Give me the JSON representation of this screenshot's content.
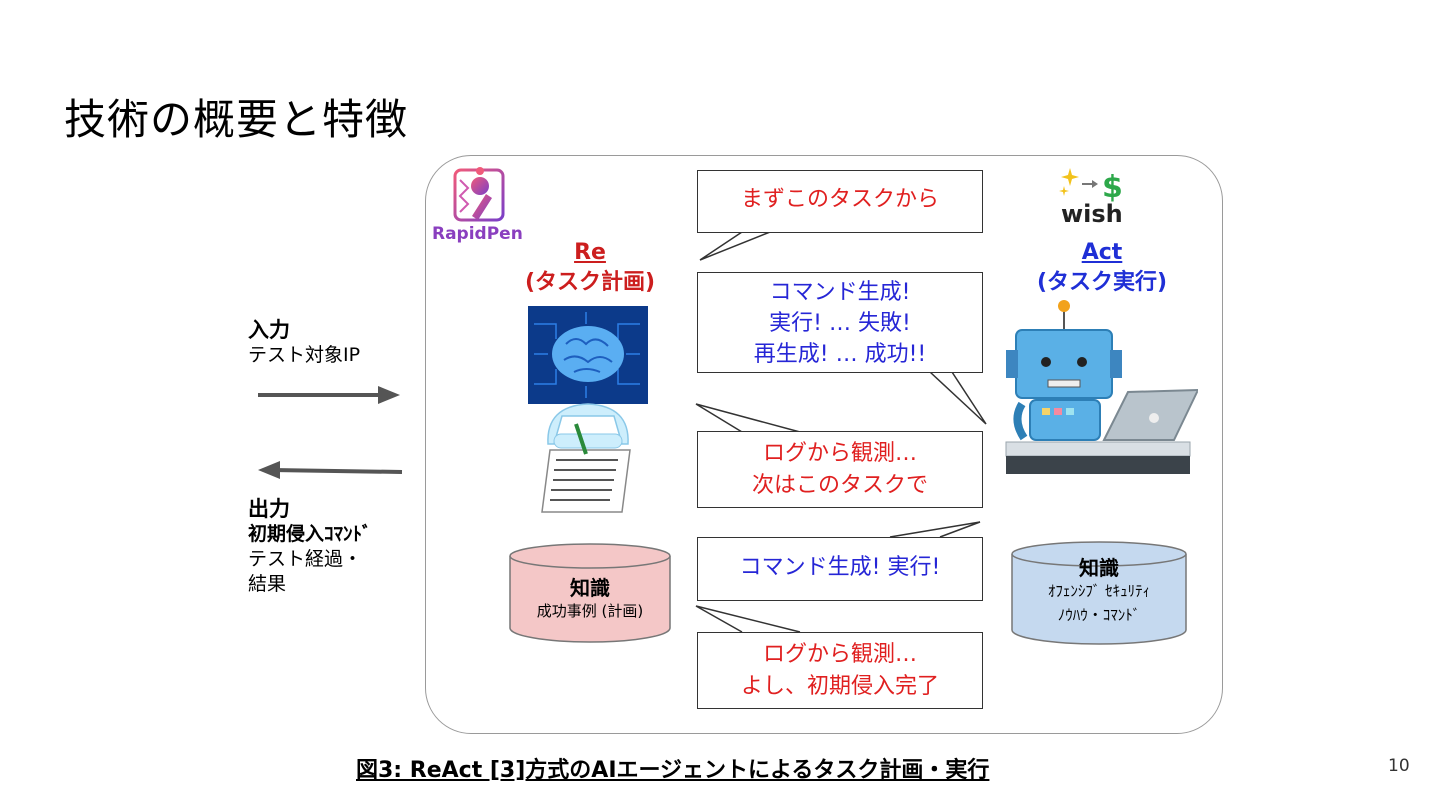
{
  "slide": {
    "title": "技術の概要と特徴",
    "page_number": "10",
    "caption": "図3: ReAct [3]方式のAIエージェントによるタスク計画・実行"
  },
  "input": {
    "heading": "入力",
    "text": "テスト対象IP"
  },
  "output": {
    "heading": "出力",
    "line1": "初期侵入ｺﾏﾝﾄﾞ",
    "line2": "テスト経過・",
    "line3": "結果"
  },
  "left_logo": {
    "name": "RapidPen"
  },
  "right_logo": {
    "name": "wish"
  },
  "reasoning": {
    "title": "Re",
    "subtitle": "(タスク計画)"
  },
  "acting": {
    "title": "Act",
    "subtitle": "(タスク実行)"
  },
  "knowledge_left": {
    "title": "知識",
    "text": "成功事例 (計画)"
  },
  "knowledge_right": {
    "title": "知識",
    "line1": "ｵﾌｪﾝｼﾌﾞ ｾｷｭﾘﾃｨ",
    "line2": "ﾉｳﾊｳ・ｺﾏﾝﾄﾞ"
  },
  "bubbles": [
    {
      "lines": [
        "まずこのタスクから"
      ],
      "color": "#e02020"
    },
    {
      "lines": [
        "コマンド生成!",
        "実行! … 失敗!",
        "再生成! … 成功!!"
      ],
      "color": "#2626d6"
    },
    {
      "lines": [
        "ログから観測…",
        "次はこのタスクで"
      ],
      "color": "#e02020"
    },
    {
      "lines": [
        "コマンド生成! 実行!"
      ],
      "color": "#2626d6"
    },
    {
      "lines": [
        "ログから観測…",
        "よし、初期侵入完了"
      ],
      "color": "#e02020"
    }
  ],
  "colors": {
    "reasoning": "#cc1e1e",
    "acting": "#1f2fd6",
    "knowledge_left_fill": "#f4c7c7",
    "knowledge_right_fill": "#c5d9ef"
  },
  "icons": [
    "brain-chip-icon",
    "robot-laptop-icon",
    "sparkles-dollar-icon",
    "rapidpen-robot-icon"
  ]
}
